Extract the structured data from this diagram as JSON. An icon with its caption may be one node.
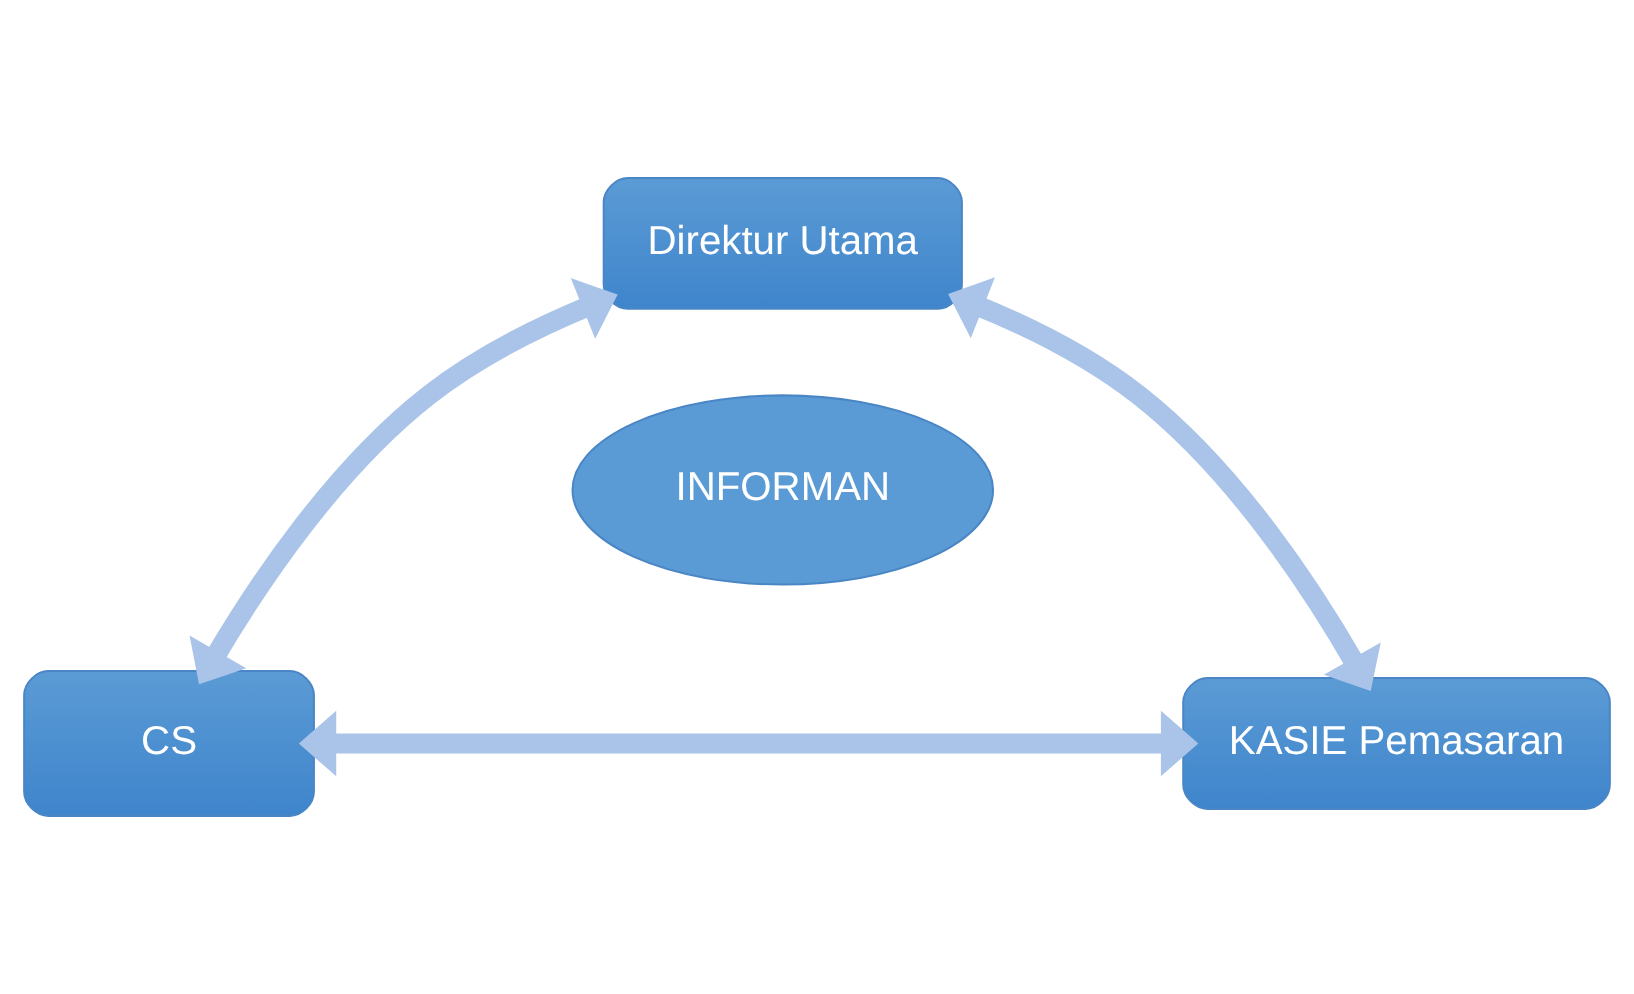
{
  "diagram": {
    "nodes": [
      {
        "text": [
          "Direktur Utama"
        ]
      },
      {
        "text": [
          "INFORMAN"
        ]
      },
      {
        "text": [
          "CS"
        ]
      },
      {
        "text": [
          "KASIE Pemasaran"
        ]
      }
    ],
    "edges": [
      {
        "from": 0,
        "to": 2,
        "arrow": "both"
      },
      {
        "from": 0,
        "to": 3,
        "arrow": "both"
      },
      {
        "from": 2,
        "to": 3,
        "arrow": "both"
      }
    ]
  }
}
